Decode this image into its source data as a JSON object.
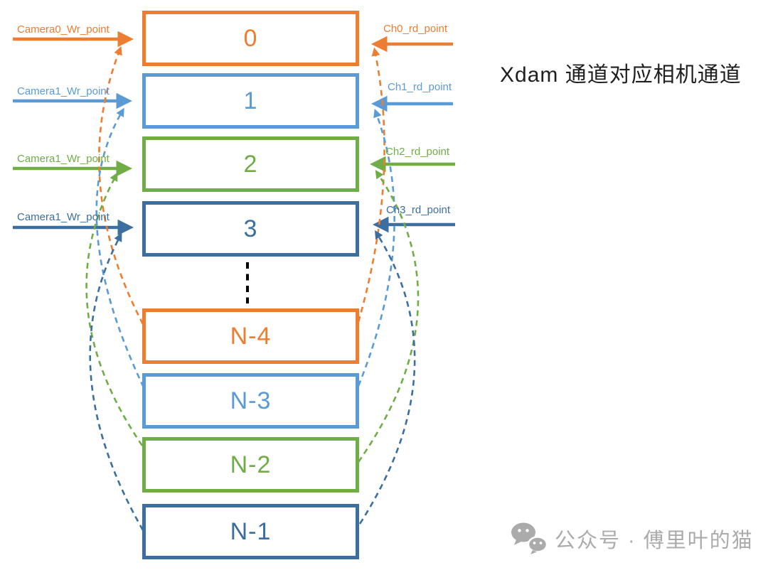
{
  "title": {
    "text": "Xdam 通道对应相机通道"
  },
  "colors": {
    "orange": "#ED7D31",
    "light_blue": "#5B9BD5",
    "green": "#70AD47",
    "dark_blue": "#3C6E9F",
    "divider_black": "#000000",
    "watermark_gray": "#ABABAB"
  },
  "buffer": {
    "slots": [
      {
        "label": "0",
        "color": "#ED7D31"
      },
      {
        "label": "1",
        "color": "#5B9BD5"
      },
      {
        "label": "2",
        "color": "#70AD47"
      },
      {
        "label": "3",
        "color": "#3C6E9F"
      },
      {
        "label": "N-4",
        "color": "#ED7D31"
      },
      {
        "label": "N-3",
        "color": "#5B9BD5"
      },
      {
        "label": "N-2",
        "color": "#70AD47"
      },
      {
        "label": "N-1",
        "color": "#3C6E9F"
      }
    ]
  },
  "write_pointers": [
    {
      "label": "Camera0_Wr_point",
      "color": "#ED7D31"
    },
    {
      "label": "Camera1_Wr_point",
      "color": "#5B9BD5"
    },
    {
      "label": "Camera1_Wr_point",
      "color": "#70AD47"
    },
    {
      "label": "Camera1_Wr_point",
      "color": "#3C6E9F"
    }
  ],
  "read_pointers": [
    {
      "label": "Ch0_rd_point",
      "color": "#ED7D31"
    },
    {
      "label": "Ch1_rd_point",
      "color": "#5B9BD5"
    },
    {
      "label": "Ch2_rd_point",
      "color": "#70AD47"
    },
    {
      "label": "Ch3_rd_point",
      "color": "#3C6E9F"
    }
  ],
  "watermark": {
    "icon": "wechat-icon",
    "text": "公众号 · 傅里叶的猫"
  }
}
